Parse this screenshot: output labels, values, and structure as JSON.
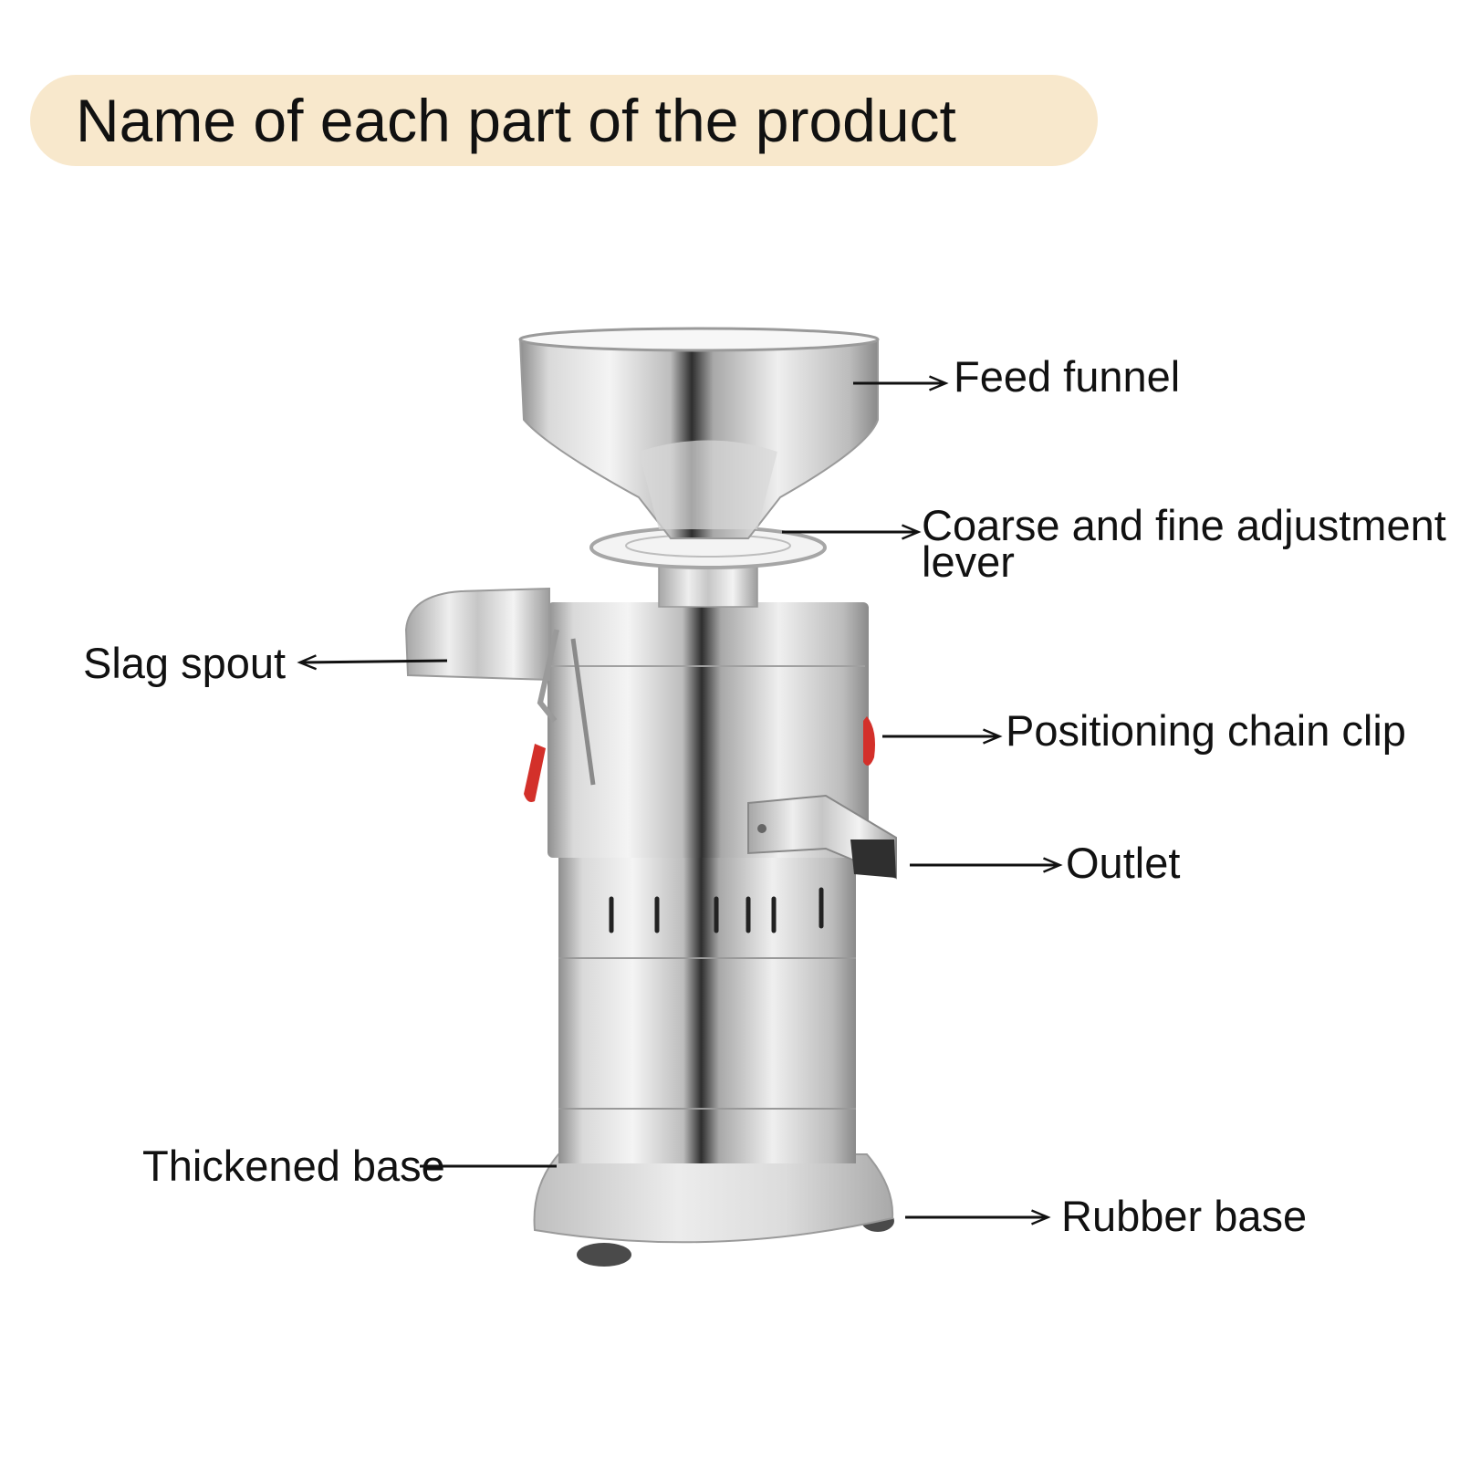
{
  "title": "Name of each part of the product",
  "parts": {
    "feed_funnel": "Feed funnel",
    "coarse_fine_lever": [
      "Coarse and fine adjustment",
      "lever"
    ],
    "slag_spout": "Slag spout",
    "positioning_chain_clip": "Positioning chain clip",
    "outlet": "Outlet",
    "thickened_base": "Thickened base",
    "rubber_base": "Rubber base"
  },
  "colors": {
    "banner": "#f8e8cc",
    "steel_light": "#f2f2f2",
    "steel_dark": "#3a3a3a",
    "clip_red": "#d3302a"
  }
}
